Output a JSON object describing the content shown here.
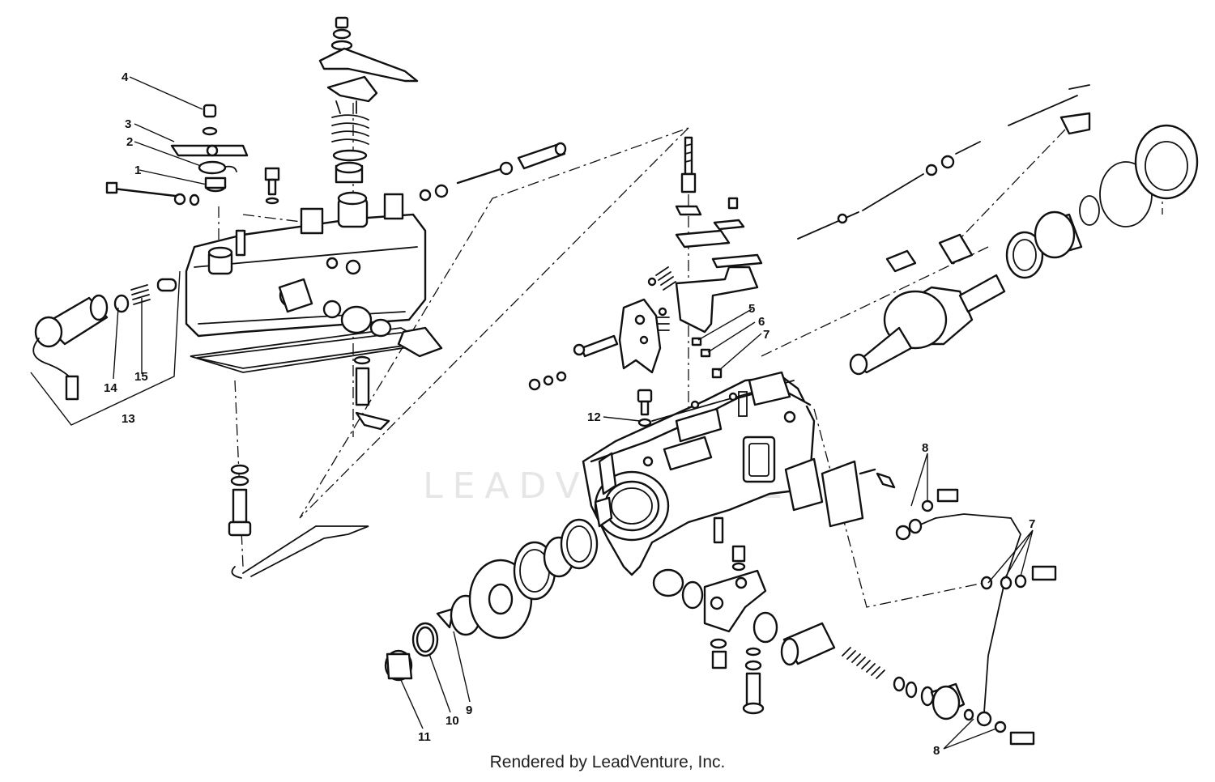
{
  "watermark": "LEADVENTURE",
  "caption": "Rendered by LeadVenture, Inc.",
  "callouts": {
    "c1": "1",
    "c2": "2",
    "c3": "3",
    "c4": "4",
    "c5": "5",
    "c6": "6",
    "c7a": "7",
    "c7b": "7",
    "c8a": "8",
    "c8b": "8",
    "c9": "9",
    "c10": "10",
    "c11": "11",
    "c12": "12",
    "c13": "13",
    "c14": "14",
    "c15": "15"
  }
}
